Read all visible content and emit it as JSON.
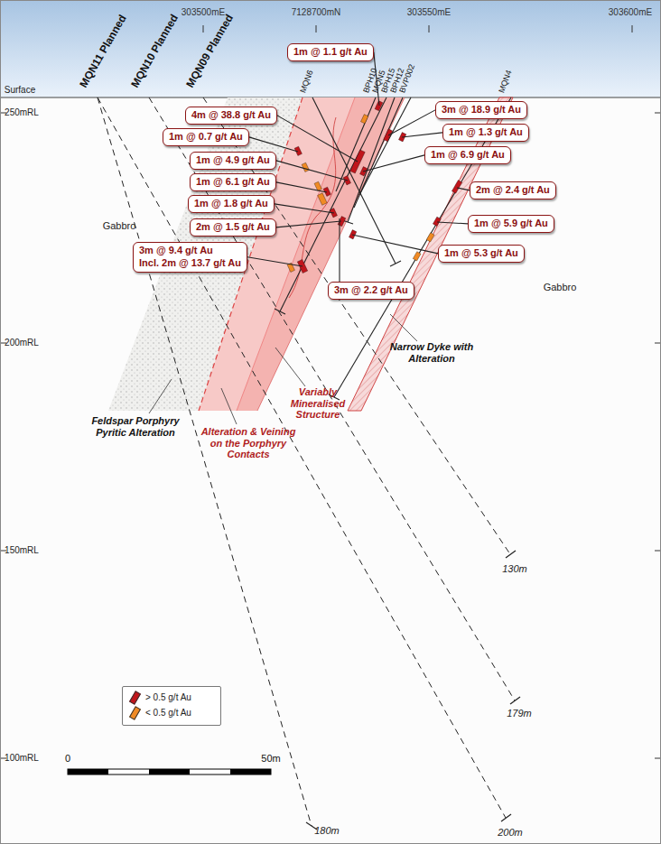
{
  "diagram": {
    "nodes": [
      {
        "text": [
          "1m @ 1.1 g/t Au"
        ]
      },
      {
        "text": [
          "4m @ 38.8 g/t Au"
        ]
      },
      {
        "text": [
          "3m @ 18.9 g/t Au"
        ]
      },
      {
        "text": [
          "1m @ 0.7 g/t Au"
        ]
      },
      {
        "text": [
          "1m @ 1.3 g/t Au"
        ]
      },
      {
        "text": [
          "1m @ 4.9 g/t Au"
        ]
      },
      {
        "text": [
          "1m @ 6.9 g/t Au"
        ]
      },
      {
        "text": [
          "1m @ 6.1 g/t Au"
        ]
      },
      {
        "text": [
          "2m @ 2.4 g/t Au"
        ]
      },
      {
        "text": [
          "1m @ 1.8 g/t Au"
        ]
      },
      {
        "text": [
          "1m @ 5.9 g/t Au"
        ]
      },
      {
        "text": [
          "2m @ 1.5 g/t Au"
        ]
      },
      {
        "text": [
          "1m @ 5.3 g/t Au"
        ]
      },
      {
        "text": [
          "3m @ 9.4 g/t Au",
          "Incl. 2m @ 13.7 g/t Au"
        ]
      },
      {
        "text": [
          "3m @ 2.2 g/t Au"
        ]
      }
    ],
    "labels": [
      "303500mE",
      "7128700mN",
      "303550mE",
      "303600mE",
      "MQN11 Planned",
      "MQN10 Planned",
      "MQN09 Planned",
      "MQN6",
      "BPH10",
      "MQN5",
      "BPH15",
      "BPH12",
      "BVP002",
      "MQN4",
      "Surface",
      "250mRL",
      "200mRL",
      "150mRL",
      "100mRL",
      "Gabbro",
      "Gabbro",
      "Feldspar Porphyry Pyritic Alteration",
      "Alteration & Veining on the Porphyry Contacts",
      "Variably Mineralised Structure",
      "Narrow Dyke with Alteration",
      "130m",
      "179m",
      "180m",
      "200m",
      "0",
      "50m"
    ],
    "legend": [
      {
        "text": "> 0.5 g/t Au",
        "color": "#c0151b"
      },
      {
        "text": "< 0.5 g/t Au",
        "color": "#f08a24"
      }
    ]
  }
}
